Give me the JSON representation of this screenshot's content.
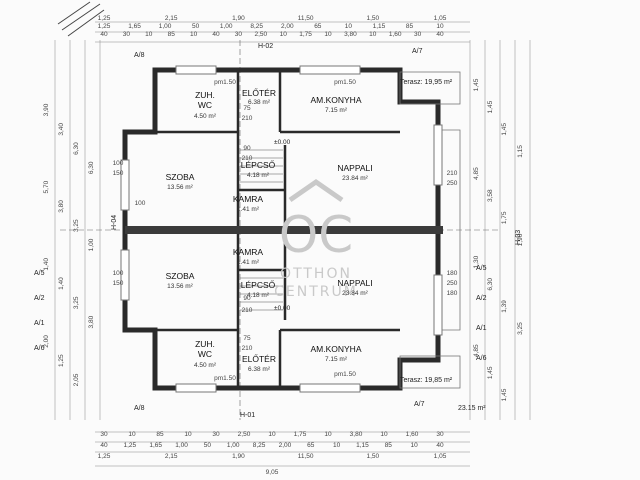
{
  "rooms": [
    {
      "id": "zuh-wc-top",
      "name": "ZUH.",
      "name2": "WC",
      "area": "4.50 m²"
    },
    {
      "id": "eloter-top",
      "name": "ELŐTÉR",
      "area": "6.38 m²"
    },
    {
      "id": "konyha-top",
      "name": "AM.KONYHA",
      "area": "7.15 m²"
    },
    {
      "id": "szoba-top",
      "name": "SZOBA",
      "area": "13.56 m²"
    },
    {
      "id": "lepcso-top",
      "name": "LÉPCSŐ",
      "area": "4.18 m²"
    },
    {
      "id": "nappali-top",
      "name": "NAPPALI",
      "area": "23.84 m²"
    },
    {
      "id": "kamra-top",
      "name": "KAMRA",
      "area": "1.41 m²"
    },
    {
      "id": "kamra-bot",
      "name": "KAMRA",
      "area": "1.41 m²"
    },
    {
      "id": "szoba-bot",
      "name": "SZOBA",
      "area": "13.56 m²"
    },
    {
      "id": "lepcso-bot",
      "name": "LÉPCSŐ",
      "area": "4.18 m²"
    },
    {
      "id": "nappali-bot",
      "name": "NAPPALI",
      "area": "23.84 m²"
    },
    {
      "id": "zuh-wc-bot",
      "name": "ZUH.",
      "name2": "WC",
      "area": "4.50 m²"
    },
    {
      "id": "eloter-bot",
      "name": "ELŐTÉR",
      "area": "6.38 m²"
    },
    {
      "id": "konyha-bot",
      "name": "AM.KONYHA",
      "area": "7.15 m²"
    }
  ],
  "terraces": {
    "top": "Terasz: 19,95 m²",
    "bottom": "Terasz: 19,85 m²",
    "bottom_extra": "23.15 m²"
  },
  "levels": {
    "zero": "±0.00",
    "zero_bot": "±0.00"
  },
  "section_tags": {
    "top_a8": "A/8",
    "top_a7": "A/7",
    "h02": "H-02",
    "h01": "H-01",
    "bot_a8": "A/8",
    "bot_a7": "A/7",
    "h04": "H-04",
    "h03": "H-03",
    "left": [
      "A/5",
      "A/2",
      "A/1",
      "A/6"
    ],
    "right": [
      "A/5",
      "A/2",
      "A/1",
      "A/6"
    ]
  },
  "dims": {
    "top_rows": [
      [
        "40",
        "30",
        "10",
        "85",
        "10",
        "40",
        "30",
        "2,50",
        "10",
        "1,75",
        "10",
        "3,80",
        "10",
        "1,60",
        "30",
        "40"
      ],
      [
        "1,25",
        "1,65",
        "1,00",
        "50",
        "1,00",
        "8,25",
        "2,00",
        "65",
        "10",
        "1,15",
        "85",
        "10"
      ],
      [
        "1,25",
        "2,15",
        "1,90",
        "11,50",
        "1,50",
        "1,05"
      ]
    ],
    "bottom_rows": [
      [
        "30",
        "10",
        "85",
        "10",
        "30",
        "2,50",
        "10",
        "1,75",
        "10",
        "3,80",
        "10",
        "1,60",
        "30"
      ],
      [
        "40",
        "1,25",
        "1,65",
        "1,00",
        "50",
        "1,00",
        "8,25",
        "2,00",
        "65",
        "10",
        "1,15",
        "85",
        "10",
        "40"
      ],
      [
        "1,25",
        "2,15",
        "1,90",
        "11,50",
        "1,50",
        "1,05"
      ],
      [
        "9,05"
      ]
    ],
    "left_cols": [
      "3,90",
      "3,40",
      "6,30",
      "6,30",
      "5,70",
      "3,80",
      "3,25",
      "1,00",
      "1,40",
      "1,40",
      "3,25",
      "3,80",
      "2,00",
      "1,25",
      "2,05"
    ],
    "right_cols": [
      "1,45",
      "1,45",
      "1,45",
      "1,15",
      "4,85",
      "3,58",
      "1,75",
      "1,90",
      "1,30",
      "6,30",
      "1,39",
      "3,25",
      "4,85",
      "1,45",
      "1,45"
    ]
  },
  "inner_labels": [
    "pm1.50",
    "pm1.50",
    "pm1.50",
    "pm1.50",
    "75",
    "210",
    "75",
    "210",
    "90",
    "210",
    "90",
    "210",
    "100",
    "150",
    "100",
    "150",
    "100",
    "210",
    "250",
    "180",
    "250",
    "180"
  ],
  "watermark": {
    "logo": "OC",
    "line1": "OTTHON",
    "line2": "CENTRUM"
  },
  "colors": {
    "wall": "#2a2a2a",
    "wall_fill": "#3b3b3b",
    "line": "#555555",
    "paper": "#fbfbfb",
    "watermark": "#c9c9c9"
  }
}
